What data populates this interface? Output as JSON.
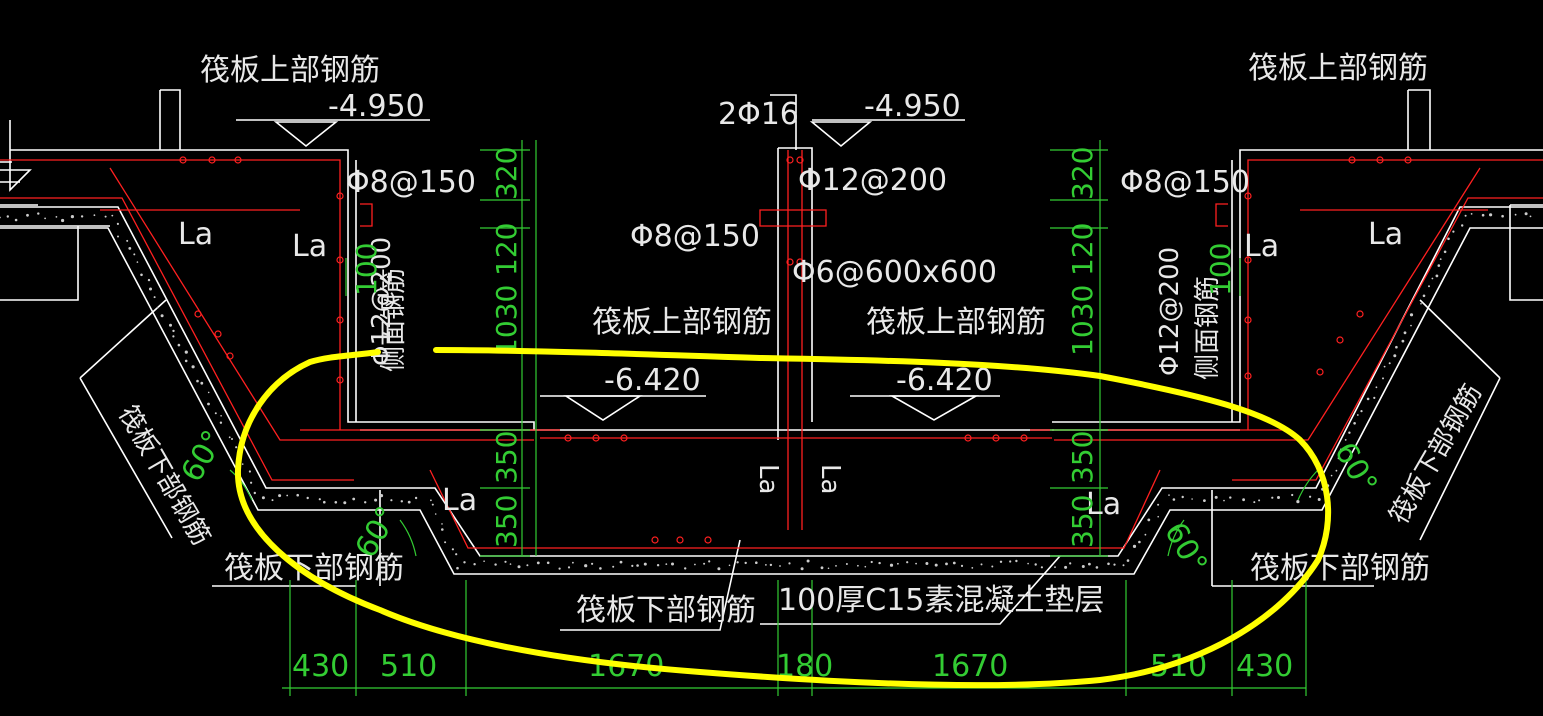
{
  "labels": {
    "top_rebar_left": "筏板上部钢筋",
    "top_rebar_right": "筏板上部钢筋",
    "top_rebar_mid_left": "筏板上部钢筋",
    "top_rebar_mid_right": "筏板上部钢筋",
    "bottom_rebar_left": "筏板下部钢筋",
    "bottom_rebar_right": "筏板下部钢筋",
    "bottom_rebar_mid": "筏板下部钢筋",
    "bottom_rebar_slope_left": "筏板下部钢筋",
    "bottom_rebar_slope_right": "筏板下部钢筋",
    "side_rebar_left": "侧面钢筋",
    "side_rebar_right": "侧面钢筋",
    "cushion": "100厚C15素混凝土垫层"
  },
  "elevations": {
    "top_left": "-4.950",
    "top_mid": "-4.950",
    "pit_left": "-6.420",
    "pit_right": "-6.420"
  },
  "rebar": {
    "stirrup_left": "Φ8@150",
    "stirrup_right": "Φ8@150",
    "stirrup_mid": "Φ8@150",
    "side_left": "Φ12@200",
    "side_right": "Φ12@200",
    "mid_top": "Φ12@200",
    "mid_tie": "Φ6@600x600",
    "mid_bars": "2Φ16"
  },
  "anchor_label": "La",
  "angle_label": "60°",
  "dimensions_horizontal": [
    "430",
    "510",
    "1670",
    "180",
    "1670",
    "510",
    "430"
  ],
  "dimensions_vertical_left": [
    "320",
    "120",
    "1030",
    "350",
    "350"
  ],
  "dimensions_vertical_right": [
    "320",
    "120",
    "1030",
    "350",
    "350"
  ],
  "dimension_inner": [
    "100",
    "100"
  ],
  "colors": {
    "background": "#000000",
    "concrete_line": "#ffffff",
    "rebar": "#ff2020",
    "dimension": "#33cc33",
    "highlight": "#ffff00"
  }
}
